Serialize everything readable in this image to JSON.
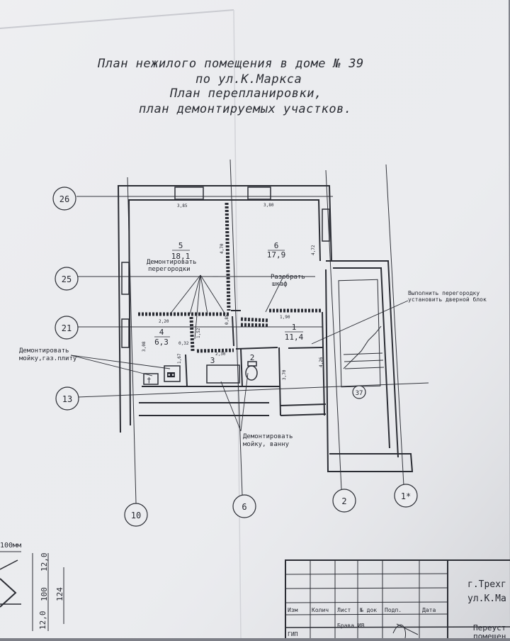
{
  "title": {
    "line1": "План нежилого помещения  в доме № 39",
    "line2": "по ул.К.Маркса",
    "line3": "План перепланировки,",
    "line4": "план демонтируемых участков."
  },
  "axes": {
    "a26": "26",
    "a25": "25",
    "a21": "21",
    "a13": "13",
    "a10": "10",
    "a6": "6",
    "a2": "2",
    "a1": "1*",
    "a37": "37"
  },
  "rooms": {
    "r5": {
      "num": "5",
      "area": "18,1"
    },
    "r6": {
      "num": "6",
      "area": "17,9"
    },
    "r4": {
      "num": "4",
      "area": "6,3"
    },
    "r1": {
      "num": "1",
      "area": "11,4"
    },
    "r3": {
      "num": "3"
    },
    "r2": {
      "num": "2"
    }
  },
  "dims": {
    "d385": "3,85",
    "d380": "3,80",
    "d470": "4,70",
    "d472": "4,72",
    "d220": "2,20",
    "d190": "1,90",
    "d152": "1,52",
    "d085": "0,85",
    "d308": "3,08",
    "d032": "0,32",
    "d167": "1,67",
    "d230": "2,30",
    "d370": "3,70",
    "d426": "4,26"
  },
  "notes": {
    "n1a": "Демонтировать",
    "n1b": "перегородки",
    "n2a": "Разобрать",
    "n2b": "шкаф",
    "n3a": "Выполнить перегородку",
    "n3b": "установить дверной блок",
    "n4a": "Демонтировать",
    "n4b": "мойку,газ.плиту",
    "n5a": "Демонтировать",
    "n5b": "мойку, ванну"
  },
  "detail": {
    "unit": "100мм",
    "d12a": "12,0",
    "d12b": "12,0",
    "d100": "100",
    "d124": "124"
  },
  "stamp": {
    "h_izm": "Изм",
    "h_kol": "Колич",
    "h_list": "Лист",
    "h_doc": "№ док",
    "h_podp": "Подп.",
    "h_data": "Дата",
    "gip": "ГИП",
    "name": "Брава ИВ",
    "city": "г.Трехг",
    "street": "ул.К.Ма",
    "desc1": "Переуст",
    "desc2": "помещен"
  },
  "colors": {
    "paper": "#ebecef",
    "ink": "#2a2c33"
  }
}
